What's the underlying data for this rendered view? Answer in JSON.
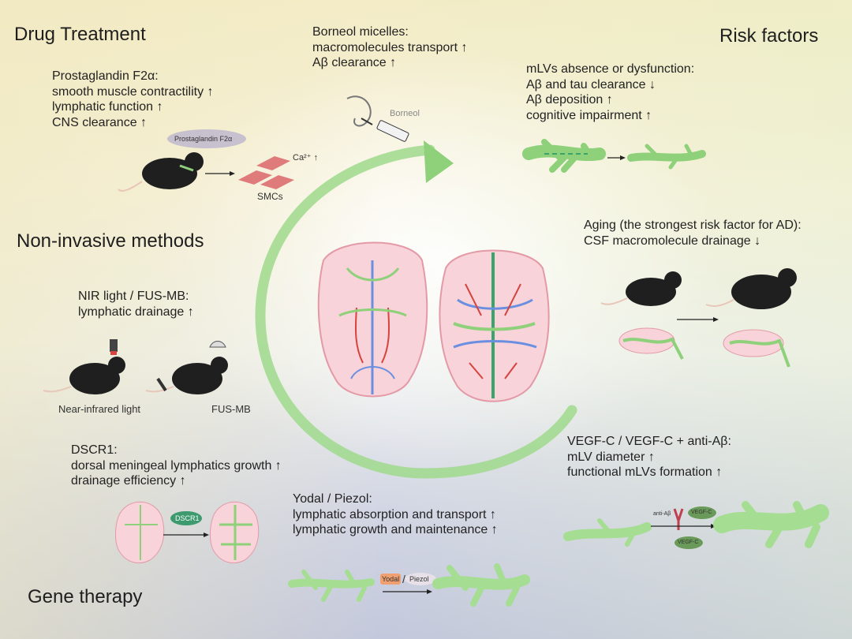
{
  "headings": {
    "drug_treatment": "Drug Treatment",
    "risk_factors": "Risk factors",
    "non_invasive": "Non-invasive methods",
    "gene_therapy": "Gene therapy"
  },
  "blocks": {
    "prostaglandin": {
      "lines": [
        "Prostaglandin F2α:",
        "smooth muscle contractility ↑",
        "lymphatic function ↑",
        "CNS clearance ↑"
      ],
      "pill_label": "Prostaglandin F2α",
      "ca_label": "Ca²⁺ ↑",
      "smc_label": "SMCs"
    },
    "borneol": {
      "lines": [
        "Borneol micelles:",
        "macromolecules transport ↑",
        "Aβ clearance ↑"
      ],
      "syringe_label": "Borneol"
    },
    "mlvs": {
      "lines": [
        "mLVs absence or dysfunction:",
        "Aβ and tau clearance ↓",
        "Aβ deposition ↑",
        "cognitive impairment ↑"
      ]
    },
    "aging": {
      "lines": [
        "Aging (the strongest risk factor for AD):",
        "CSF macromolecule drainage ↓"
      ]
    },
    "nir": {
      "lines": [
        "NIR light / FUS-MB:",
        "lymphatic drainage ↑"
      ],
      "left_label": "Near-infrared  light",
      "right_label": "FUS-MB"
    },
    "dscr1": {
      "lines": [
        "DSCR1:",
        "dorsal meningeal lymphatics growth ↑",
        "drainage efficiency ↑"
      ],
      "pill_label": "DSCR1"
    },
    "yoda": {
      "lines": [
        "Yodal / Piezol:",
        "lymphatic absorption and transport ↑",
        "lymphatic growth and maintenance ↑"
      ],
      "pill_a": "Yodal",
      "slash": "/",
      "pill_b": "Piezol"
    },
    "vegfc": {
      "lines": [
        "VEGF-C / VEGF-C + anti-Aβ:",
        "mLV diameter ↑",
        "functional mLVs formation ↑"
      ],
      "anti_label": "anti-Aβ",
      "vegf_top": "VEGF-C",
      "vegf_bottom": "VEGF-C"
    }
  },
  "colors": {
    "lymph_green": "#8fd07a",
    "lymph_dark": "#3aa56a",
    "brain_pink": "#f6c9d0",
    "brain_outline": "#e39aa6",
    "mouse": "#1f1f1f",
    "arrow_green": "#9bd88a",
    "vessel_red": "#d6443f",
    "vessel_blue": "#6a8fe0"
  }
}
